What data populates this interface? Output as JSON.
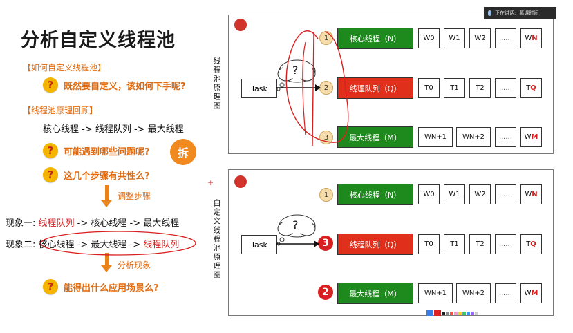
{
  "title": "分析自定义线程池",
  "left": {
    "section1": "【如何自定义线程池】",
    "q1": "既然要自定义，该如何下手呢?",
    "section2": "【线程池原理回顾】",
    "flow": "核心线程 -> 线程队列 -> 最大线程",
    "q2": "可能遇到哪些问题呢?",
    "chai": "拆",
    "q3": "这几个步骤有共性么?",
    "adjust": "调整步骤",
    "phen1_prefix": "现象一:",
    "phen1_red": "线程队列",
    "phen1_rest": " -> 核心线程 -> 最大线程",
    "phen2_prefix": "现象二:",
    "phen2_main": "核心线程 -> 最大线程 -> ",
    "phen2_red": "线程队列",
    "analyze": "分析现象",
    "q4": "能得出什么应用场景么?",
    "qmark": "?"
  },
  "top_panel": {
    "vlabel": "线程池原理图",
    "task": "Task",
    "cloud_q": "?",
    "rows": [
      {
        "num": "1",
        "label": "核心线程（N）",
        "cells": [
          "W0",
          "W1",
          "W2",
          "......",
          "W",
          "N"
        ]
      },
      {
        "num": "2",
        "label": "线理队列（Q）",
        "cells": [
          "T0",
          "T1",
          "T2",
          "......",
          "T",
          "Q"
        ]
      },
      {
        "num": "3",
        "label": "最大线程（M）",
        "cells": [
          "WN+1",
          "WN+2",
          "......",
          "W",
          "M"
        ]
      }
    ]
  },
  "bottom_panel": {
    "vlabel": "自定义线程池原理图",
    "task": "Task",
    "cloud_q": "?",
    "rows": [
      {
        "num": "1",
        "label": "核心线程（N）",
        "cells": [
          "W0",
          "W1",
          "W2",
          "......",
          "W",
          "N"
        ]
      },
      {
        "num": "3",
        "label": "线程队列（Q）",
        "cells": [
          "T0",
          "T1",
          "T2",
          "......",
          "T",
          "Q"
        ]
      },
      {
        "num": "2",
        "label": "最大线程（M）",
        "cells": [
          "WN+1",
          "WN+2",
          "......",
          "W",
          "M"
        ]
      }
    ]
  },
  "overlay": {
    "line1": "正在讲话:",
    "line2": "慕课时间"
  },
  "colors": {
    "green": "#1e8a1e",
    "red": "#e0301c",
    "orange": "#e06b10",
    "ink": "#d92020"
  }
}
